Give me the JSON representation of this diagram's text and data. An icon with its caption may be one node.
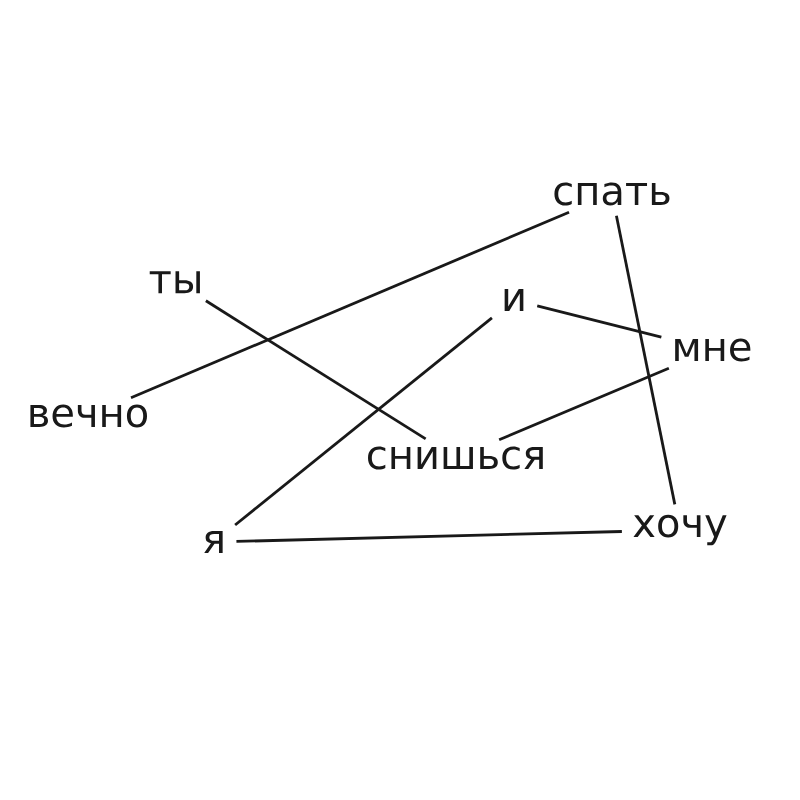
{
  "diagram": {
    "nodes": [
      {
        "text": [
          "спать"
        ]
      },
      {
        "text": [
          "ты"
        ]
      },
      {
        "text": [
          "и"
        ]
      },
      {
        "text": [
          "мне"
        ]
      },
      {
        "text": [
          "вечно"
        ]
      },
      {
        "text": [
          "снишься"
        ]
      },
      {
        "text": [
          "я"
        ]
      },
      {
        "text": [
          "хочу"
        ]
      }
    ],
    "edges": [
      {
        "from": 1,
        "to": 5,
        "arrow": "none"
      },
      {
        "from": 5,
        "to": 3,
        "arrow": "none"
      },
      {
        "from": 3,
        "to": 2,
        "arrow": "none"
      },
      {
        "from": 2,
        "to": 6,
        "arrow": "none"
      },
      {
        "from": 6,
        "to": 7,
        "arrow": "none"
      },
      {
        "from": 7,
        "to": 0,
        "arrow": "none"
      },
      {
        "from": 0,
        "to": 4,
        "arrow": "none"
      }
    ]
  }
}
